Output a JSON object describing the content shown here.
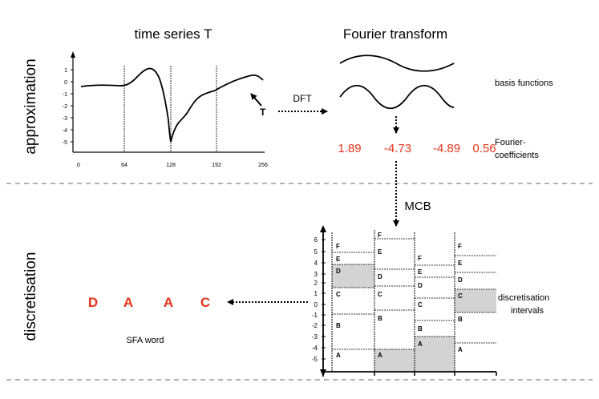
{
  "sections": {
    "approximation": "approximation",
    "discretisation": "discretisation"
  },
  "time_series": {
    "title": "time series T",
    "point_label": "T",
    "y_ticks": [
      "1",
      "0",
      "-1",
      "-2",
      "-3",
      "-4",
      "-5"
    ],
    "x_ticks": [
      "0",
      "64",
      "128",
      "192",
      "256"
    ]
  },
  "fourier": {
    "title": "Fourier transform",
    "dft_label": "DFT",
    "basis_label": "basis functions",
    "coeff_label_line1": "Fourier-",
    "coeff_label_line2": "coefficients",
    "coefficients": [
      "1.89",
      "-4.73",
      "-4.89",
      "0.56"
    ]
  },
  "mcb": {
    "label": "MCB",
    "y_ticks": [
      "6",
      "5",
      "4",
      "3",
      "2",
      "1",
      "0",
      "-1",
      "-2",
      "-3",
      "-4",
      "-5"
    ],
    "columns": [
      [
        "A",
        "B",
        "C",
        "D",
        "E",
        "F"
      ],
      [
        "A",
        "B",
        "C",
        "D",
        "E",
        "F"
      ],
      [
        "A",
        "B",
        "C",
        "D",
        "E",
        "F"
      ],
      [
        "A",
        "B",
        "C",
        "D",
        "E",
        "F"
      ]
    ],
    "intervals_line1": "discretisation",
    "intervals_line2": "intervals"
  },
  "sfa": {
    "letters": [
      "D",
      "A",
      "A",
      "C"
    ],
    "label": "SFA word"
  },
  "colors": {
    "accent": "#e8341c",
    "dashed": "#999999",
    "highlight": "#d3d3d3"
  }
}
